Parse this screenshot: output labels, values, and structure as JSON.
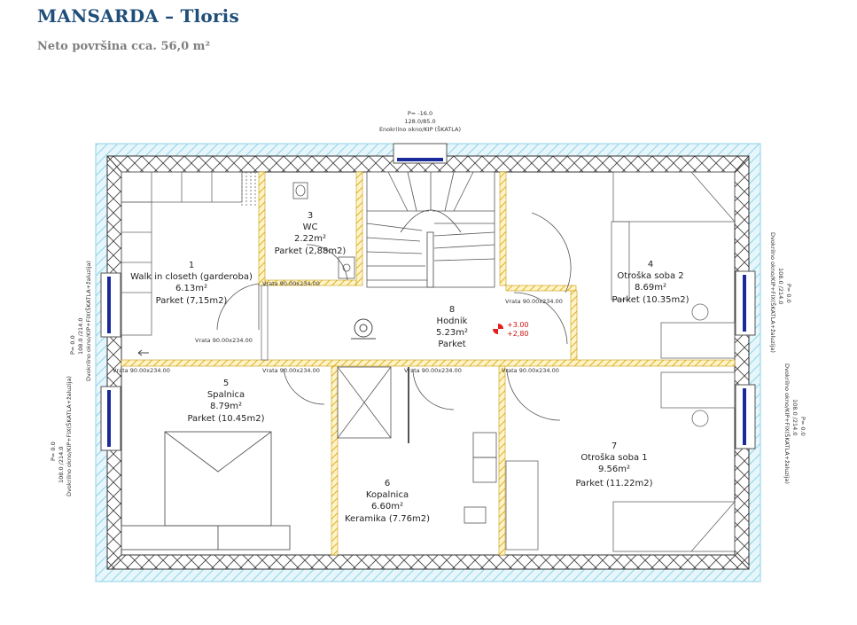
{
  "header": {
    "title": "MANSARDA – Tloris",
    "subtitle": "Neto površina cca. 56,0 m²"
  },
  "rooms": [
    {
      "num": "1",
      "name": "Walk in closeth (garderoba)",
      "area": "6.13m²",
      "floor": "Parket (7,15m2)"
    },
    {
      "num": "3",
      "name": "WC",
      "area": "2.22m²",
      "floor": "Parket (2,88m2)"
    },
    {
      "num": "4",
      "name": "Otroška soba 2",
      "area": "8.69m²",
      "floor": "Parket (10.35m2)"
    },
    {
      "num": "5",
      "name": "Spalnica",
      "area": "8.79m²",
      "floor": "Parket (10.45m2)"
    },
    {
      "num": "6",
      "name": "Kopalnica",
      "area": "6.60m²",
      "floor": "Keramika (7.76m2)"
    },
    {
      "num": "7",
      "name": "Otroška soba 1",
      "area": "9.56m²",
      "floor": "Parket (11.22m2)"
    },
    {
      "num": "8",
      "name": "Hodnik",
      "area": "5.23m²",
      "floor": "Parket"
    }
  ],
  "top_window": {
    "line1": "P= -16.0",
    "line2": "128.0/85.0",
    "line3": "Enokrilno okno/KIP (ŠKATLA)"
  },
  "left_window_label": [
    "P= 0.0",
    "108.0 /214.0",
    "Dvokrilno okno/KIP+FIX(ŠKATLA+žaluzija)"
  ],
  "right_window_label": [
    "P= 0.0",
    "108.0 /214.0",
    "Dvokrilno okno/KIP+FIX(ŠKATLA+žaluzija)"
  ],
  "level_marks": {
    "upper": "+3.00",
    "lower": "+2,80"
  },
  "door_labels": {
    "a": "Vrata 90.00x234.00",
    "b": "Vrata 90.00x234.00",
    "c": "Vrata 90.00x234.00",
    "d": "Vrata 90.00x234.00",
    "e": "Vrata 90.00x234.00",
    "f": "Vrata 90.00x234.00",
    "g": "Vrata 90.00x234.00"
  }
}
